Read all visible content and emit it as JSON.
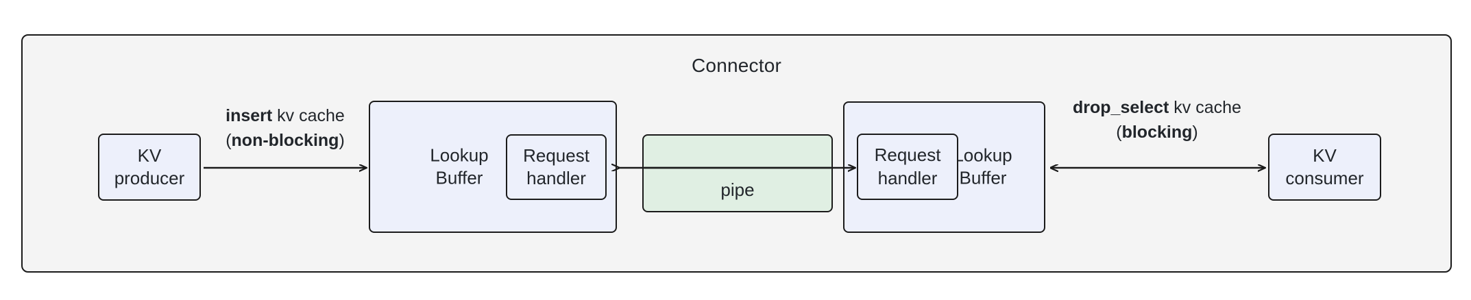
{
  "diagram": {
    "container": {
      "title": "Connector",
      "background": "#f4f4f4",
      "border_color": "#1a1a1a"
    },
    "nodes": {
      "kv_producer": "KV\nproducer",
      "lookup_buffer_left": "Lookup\nBuffer",
      "request_handler_left": "Request\nhandler",
      "pipe": "pipe",
      "request_handler_right": "Request\nhandler",
      "lookup_buffer_right": "Lookup\nBuffer",
      "kv_consumer": "KV\nconsumer"
    },
    "edges": {
      "insert": {
        "line1_bold": "insert",
        "line1_rest": " kv cache",
        "line2_open": "(",
        "line2_bold": "non-blocking",
        "line2_close": ")",
        "direction": "right"
      },
      "drop_select": {
        "line1_bold": "drop_select",
        "line1_rest": " kv cache",
        "line2_open": "(",
        "line2_bold": "blocking",
        "line2_close": ")",
        "direction": "bidirectional"
      }
    },
    "colors": {
      "node_fill": "#edf0fb",
      "pipe_fill": "#e0efe3",
      "stroke": "#1a1a1a",
      "text": "#22262b",
      "canvas": "#ffffff"
    }
  }
}
